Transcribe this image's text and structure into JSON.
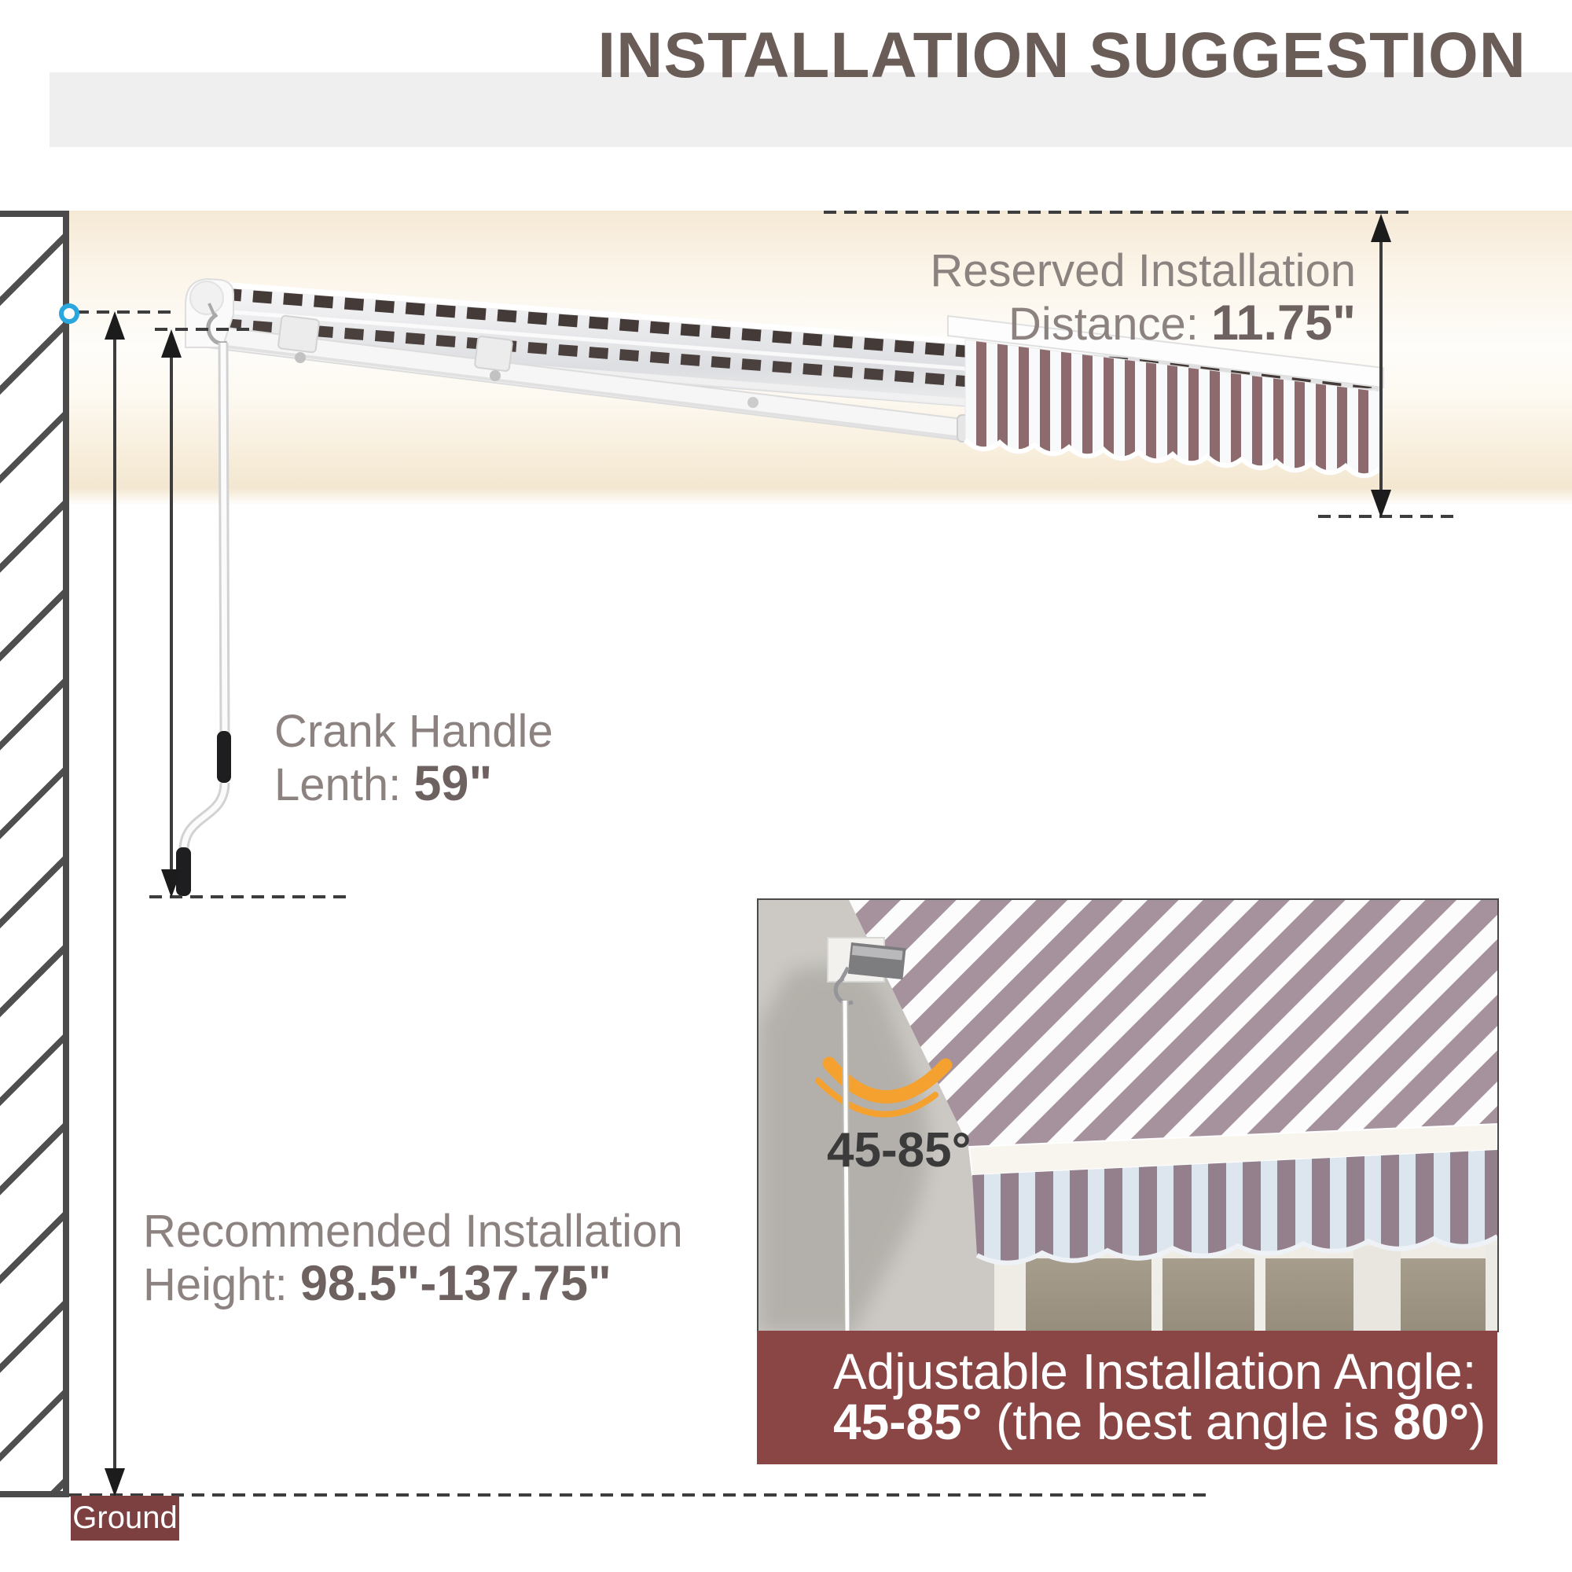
{
  "title": "INSTALLATION SUGGESTION",
  "labels": {
    "reserved": {
      "line1": "Reserved Installation",
      "line2_label": "Distance: ",
      "line2_value": "11.75\""
    },
    "crank": {
      "line1": "Crank Handle",
      "line2_label": "Lenth: ",
      "line2_value": "59\""
    },
    "height": {
      "line1": "Recommended Installation",
      "line2_label": "Height: ",
      "line2_value": "98.5\"-137.75\""
    },
    "ground": "Ground"
  },
  "inset": {
    "angle_text": "45-85°",
    "caption": {
      "line1": "Adjustable Installation Angle:",
      "bold1": "45-85°",
      "mid": " (the best angle is ",
      "bold2": "80°",
      "end": ")"
    }
  },
  "colors": {
    "title_text": "#6a5d58",
    "label_text": "#8c8380",
    "label_value_text": "#6e6260",
    "caption_bg": "#8a4545",
    "ground_bg": "#7d4040",
    "mount_marker_blue": "#2aa7dd",
    "angle_arc_orange": "#f5a12f",
    "photo_backdrop_beige": "#f5e9d6",
    "canopy_stripe_mauve": "#a5929d",
    "valance_stripe_brown": "#8c6a6e"
  }
}
